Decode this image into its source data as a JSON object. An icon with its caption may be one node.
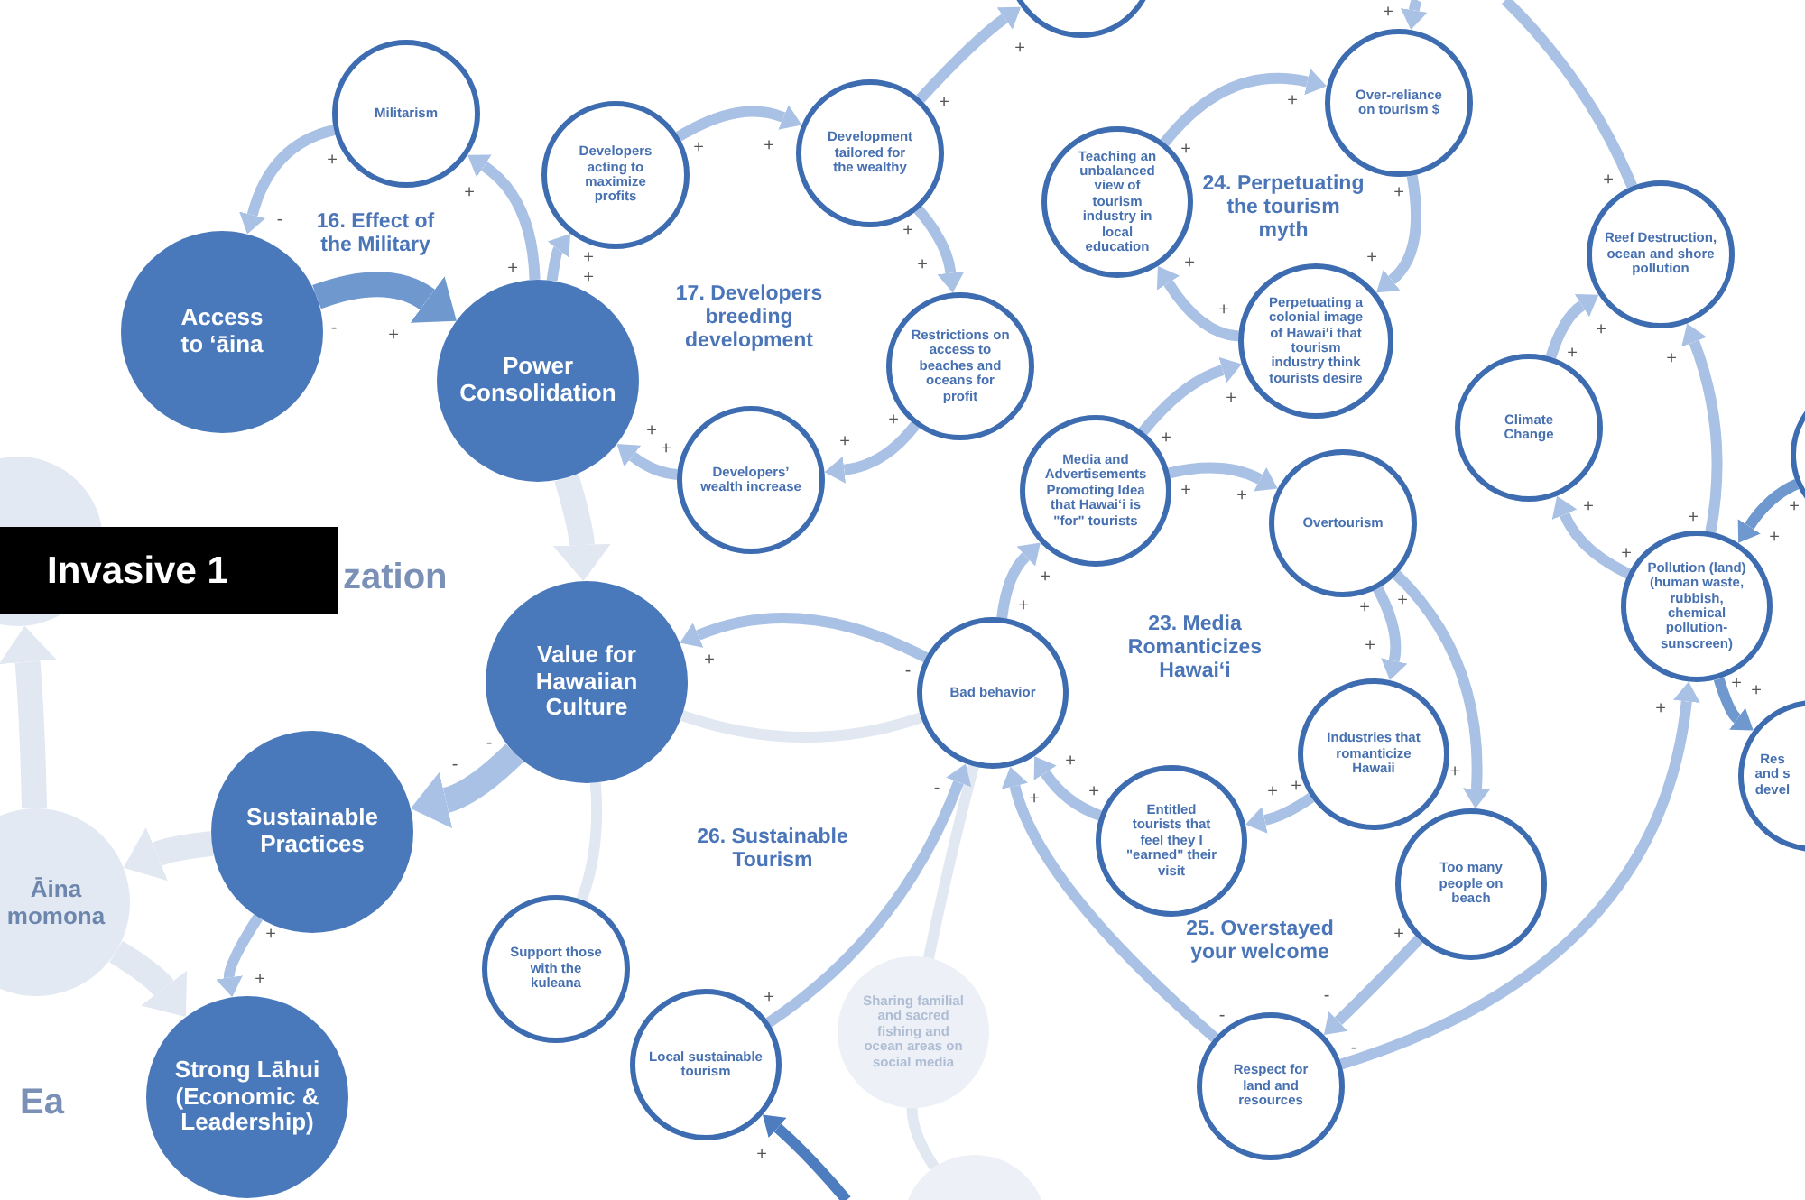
{
  "diagram": {
    "nodes": [
      {
        "text": [],
        "shape": "circle"
      },
      {
        "text": [
          "Militarism"
        ]
      },
      {
        "text": [
          "Over-reliance on tourism $"
        ]
      },
      {
        "text": [
          "Development tailored for the wealthy"
        ]
      },
      {
        "text": [
          "Developers acting to maximize profits"
        ]
      },
      {
        "text": [
          "Teaching an unbalanced view of tourism industry in local education"
        ]
      },
      {
        "text": [
          "Reef Destruction, ocean and shore pollution"
        ]
      },
      {
        "text": [
          "Access to ‘āina"
        ]
      },
      {
        "text": [
          "Perpetuating a colonial image of Hawai‘i that tourism industry think tourists desire"
        ]
      },
      {
        "text": [
          "Restrictions on access to beaches and oceans for profit"
        ]
      },
      {
        "text": [
          "Power Consolidation"
        ]
      },
      {
        "text": [
          "Climate Change"
        ]
      },
      {
        "text": [],
        "shape": "circle"
      },
      {
        "text": [
          "Developers’ wealth increase"
        ]
      },
      {
        "text": [
          "Media and Advertisements Promoting Idea that Hawai‘i is \"for\" tourists"
        ]
      },
      {
        "text": [
          "Overtourism"
        ]
      },
      {
        "text": [],
        "shape": "circle"
      },
      {
        "text": [
          "Invasive 1"
        ]
      },
      {
        "text": [
          "Pollution (land) (human waste, rubbish, chemical pollution-sunscreen)"
        ]
      },
      {
        "text": [
          "Value for Hawaiian Culture"
        ]
      },
      {
        "text": [
          "Bad behavior"
        ]
      },
      {
        "text": [
          "Industries that romanticize Hawaii"
        ]
      },
      {
        "text": [
          "Res and s devel"
        ]
      },
      {
        "text": [
          "Sustainable Practices"
        ]
      },
      {
        "text": [
          "Entitled tourists that feel they I \"earned\" their visit"
        ]
      },
      {
        "text": [
          "Too many people on beach"
        ]
      },
      {
        "text": [
          "Āina momona"
        ]
      },
      {
        "text": [
          "Support those with the kuleana"
        ]
      },
      {
        "text": [
          "Sharing familial and sacred fishing and ocean areas on social media"
        ]
      },
      {
        "text": [
          "Local sustainable tourism"
        ]
      },
      {
        "text": [
          "Respect for land and resources"
        ]
      },
      {
        "text": [
          "Strong Lāhui (Economic & Leadership)"
        ]
      },
      {
        "text": [],
        "shape": "circle"
      }
    ],
    "edges": [
      {
        "from": 1,
        "to": 7,
        "arrow": "to"
      },
      {
        "from": 7,
        "to": 10,
        "arrow": "to",
        "style": "thick",
        "color": "#6f98ce"
      },
      {
        "from": 10,
        "to": 1,
        "arrow": "to"
      },
      {
        "from": 10,
        "to": 4,
        "arrow": "to"
      },
      {
        "from": 4,
        "to": 3,
        "arrow": "to"
      },
      {
        "from": 3,
        "to": 0,
        "arrow": "to"
      },
      {
        "from": 3,
        "to": 9,
        "arrow": "to"
      },
      {
        "from": 9,
        "to": 13,
        "arrow": "to"
      },
      {
        "from": 13,
        "to": 10,
        "arrow": "to"
      },
      {
        "from": 5,
        "to": 2,
        "arrow": "to"
      },
      {
        "from": 2,
        "to": 8,
        "arrow": "to"
      },
      {
        "from": 8,
        "to": 5,
        "arrow": "to"
      },
      {
        "from": null,
        "to": 2,
        "arrow": "to"
      },
      {
        "from": 14,
        "to": 8,
        "arrow": "to"
      },
      {
        "from": 14,
        "to": 15,
        "arrow": "to"
      },
      {
        "from": 15,
        "to": 21,
        "arrow": "to"
      },
      {
        "from": 15,
        "to": 25,
        "arrow": "to"
      },
      {
        "from": 21,
        "to": 24,
        "arrow": "to"
      },
      {
        "from": 24,
        "to": 20,
        "arrow": "to"
      },
      {
        "from": 20,
        "to": 14,
        "arrow": "to"
      },
      {
        "from": 25,
        "to": 30,
        "arrow": "to"
      },
      {
        "from": 30,
        "to": 18,
        "arrow": "to"
      },
      {
        "from": 30,
        "to": 20,
        "arrow": "to"
      },
      {
        "from": 20,
        "to": 19,
        "arrow": "to"
      },
      {
        "from": 19,
        "to": 23,
        "arrow": "to",
        "style": "thick"
      },
      {
        "from": 23,
        "to": 31,
        "arrow": "to"
      },
      {
        "from": 29,
        "to": 20,
        "arrow": "to"
      },
      {
        "from": null,
        "to": 29,
        "arrow": "to",
        "color": "#4e7dbf"
      },
      {
        "from": 11,
        "to": 6,
        "arrow": "to"
      },
      {
        "from": 18,
        "to": 6,
        "arrow": "to"
      },
      {
        "from": 18,
        "to": 11,
        "arrow": "to"
      },
      {
        "from": 12,
        "to": 18,
        "arrow": "to",
        "color": "#6f98ce"
      },
      {
        "from": 18,
        "to": 22,
        "arrow": "to",
        "color": "#6f98ce"
      },
      {
        "from": 6,
        "to": null,
        "arrow": "none"
      },
      {
        "from": 10,
        "to": 19,
        "arrow": "to",
        "style": "thick",
        "color": "#e1e8f2"
      },
      {
        "from": 19,
        "to": 20,
        "arrow": "none",
        "color": "#e1e8f2"
      },
      {
        "from": 23,
        "to": 26,
        "arrow": "to",
        "style": "thick",
        "color": "#e1e8f2"
      },
      {
        "from": 26,
        "to": 16,
        "arrow": "to",
        "style": "thick",
        "color": "#e1e8f2"
      },
      {
        "from": 26,
        "to": 31,
        "arrow": "to",
        "style": "thick",
        "color": "#e1e8f2"
      },
      {
        "from": 28,
        "to": 20,
        "arrow": "none",
        "color": "#e1e8f2"
      },
      {
        "from": 28,
        "to": 32,
        "arrow": "none",
        "color": "#e1e8f2"
      },
      {
        "from": 19,
        "to": 27,
        "arrow": "none",
        "color": "#e1e8f2"
      }
    ],
    "labels": [
      "+",
      "+",
      "+",
      "+",
      "+",
      "+",
      "+",
      "+",
      "+",
      "+",
      "+",
      "24. Perpetuating the tourism myth",
      "16. Effect of the Military",
      "-",
      "+",
      "+",
      "+",
      "+",
      "+",
      "+",
      "+",
      "17. Developers breeding development",
      "+",
      "+",
      "-",
      "+",
      "+",
      "+",
      "+",
      "+",
      "+",
      "+",
      "+",
      "+",
      "+",
      "+",
      "+",
      "+",
      "+",
      "+",
      "+",
      "+",
      "zation",
      "+",
      "+",
      "+",
      "23. Media Romanticizes Hawai‘i",
      "+",
      "+",
      "-",
      "+",
      "+",
      "+",
      "-",
      "+",
      "-",
      "+",
      "-",
      "+",
      "+",
      "+",
      "+",
      "26. Sustainable Tourism",
      "+",
      "25. Overstayed your welcome",
      "+",
      "+",
      "+",
      "-",
      "-",
      "-",
      "Ea",
      "+"
    ]
  }
}
